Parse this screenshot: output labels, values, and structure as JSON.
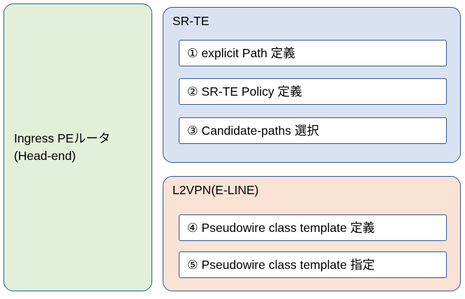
{
  "diagram": {
    "router": {
      "name": "ingress-pe-router",
      "label": "Ingress PEルータ\n(Head-end)",
      "fill_color": "#e2efd9",
      "border_color": "#2f5496"
    },
    "groups": [
      {
        "name": "sr-te",
        "title": "SR-TE",
        "fill_color": "#dae2f2",
        "border_color": "#2f5496",
        "steps": [
          {
            "name": "step-1",
            "label": "① explicit Path 定義"
          },
          {
            "name": "step-2",
            "label": "② SR-TE Policy 定義"
          },
          {
            "name": "step-3",
            "label": "③ Candidate-paths 選択"
          }
        ]
      },
      {
        "name": "l2vpn-e-line",
        "title": "L2VPN(E-LINE)",
        "fill_color": "#fae3d5",
        "border_color": "#2f5496",
        "steps": [
          {
            "name": "step-4",
            "label": "④ Pseudowire class template 定義"
          },
          {
            "name": "step-5",
            "label": "⑤ Pseudowire class template 指定"
          }
        ]
      }
    ]
  }
}
